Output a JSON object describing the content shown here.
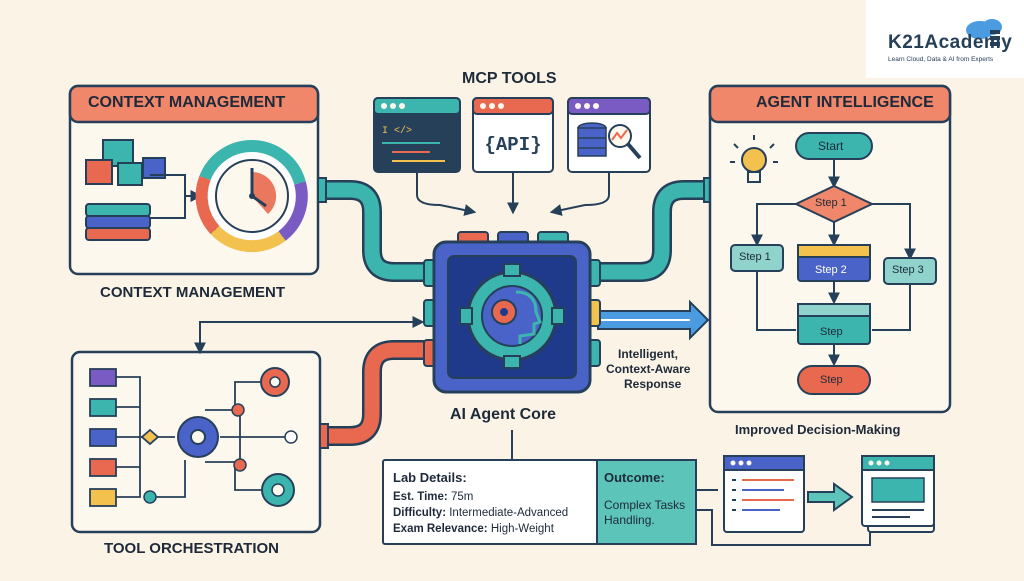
{
  "brand": {
    "name": "K21Academy",
    "tagline": "Learn Cloud, Data & AI from Experts"
  },
  "diagram": {
    "mcp_tools_title": "MCP TOOLS",
    "api_label": "{API}",
    "context_panel_header": "CONTEXT MANAGEMENT",
    "context_caption": "CONTEXT MANAGEMENT",
    "agent_panel_header": "AGENT INTELLIGENCE",
    "agent_caption": "Improved Decision-Making",
    "tool_caption": "TOOL ORCHESTRATION",
    "core_caption": "AI Agent Core",
    "response_lines": [
      "Intelligent,",
      "Context-Aware",
      "Response"
    ],
    "flow": {
      "start": "Start",
      "step1": "Step 1",
      "step2": "Step 2",
      "step3": "Step 3",
      "step1_left": "Step 1",
      "step_mid": "Step",
      "step_end": "Step"
    }
  },
  "lab": {
    "title": "Lab Details:",
    "time_label": "Est. Time:",
    "time_value": "75m",
    "difficulty_label": "Difficulty:",
    "difficulty_value": "Intermediate-Advanced",
    "relevance_label": "Exam Relevance:",
    "relevance_value": "High-Weight",
    "outcome_title": "Outcome:",
    "outcome_lines": [
      "Complex Tasks",
      "Handling."
    ]
  },
  "colors": {
    "navy": "#27405a",
    "teal": "#3bb5ad",
    "blue": "#4a63c9",
    "coral": "#e8694f",
    "orange_header": "#f0866a",
    "yellow": "#f2c14e",
    "purple": "#7a5bc4",
    "green": "#4caf6a",
    "cream": "#fbf4e6",
    "panel": "#fdf8ee",
    "outcome_bg": "#5cc4b8"
  }
}
